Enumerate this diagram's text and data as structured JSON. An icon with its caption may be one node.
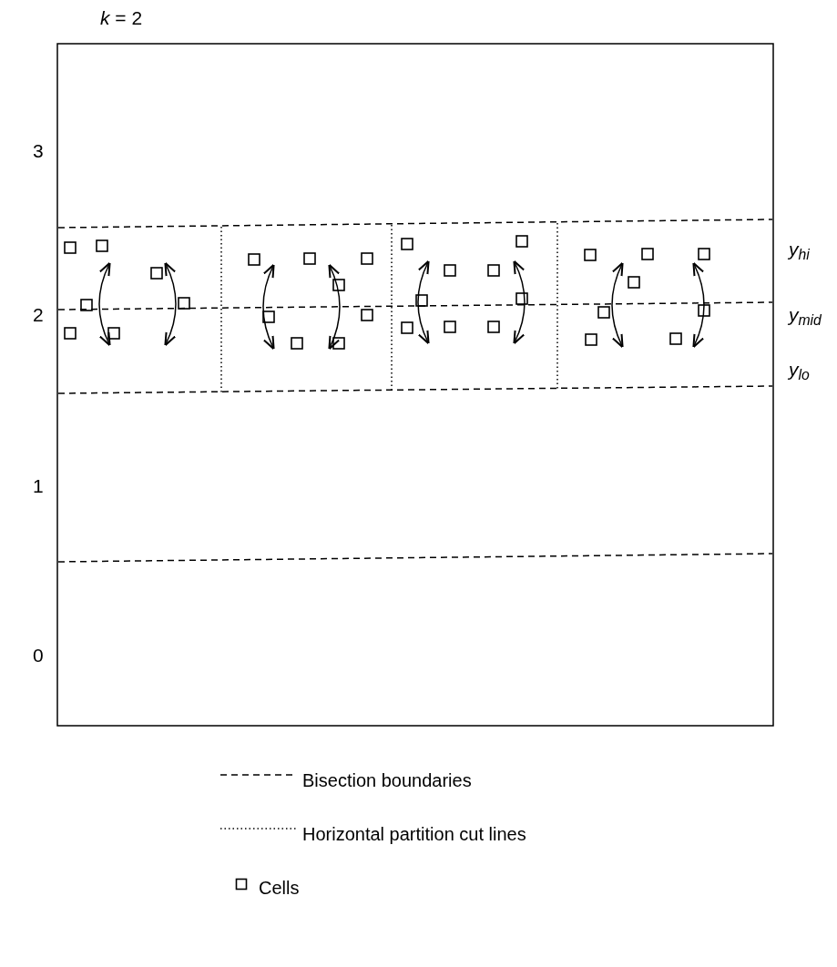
{
  "diagram": {
    "title": "*k* = 2",
    "labels": [
      "3",
      "2",
      "1",
      "0",
      "y$_{hi}$",
      "y$_{mid}$",
      "y$_{lo}$"
    ],
    "legend": [
      {
        "text": "Bisection boundaries"
      },
      {
        "text": "Horizontal partition cut lines"
      },
      {
        "text": "Cells"
      }
    ]
  }
}
